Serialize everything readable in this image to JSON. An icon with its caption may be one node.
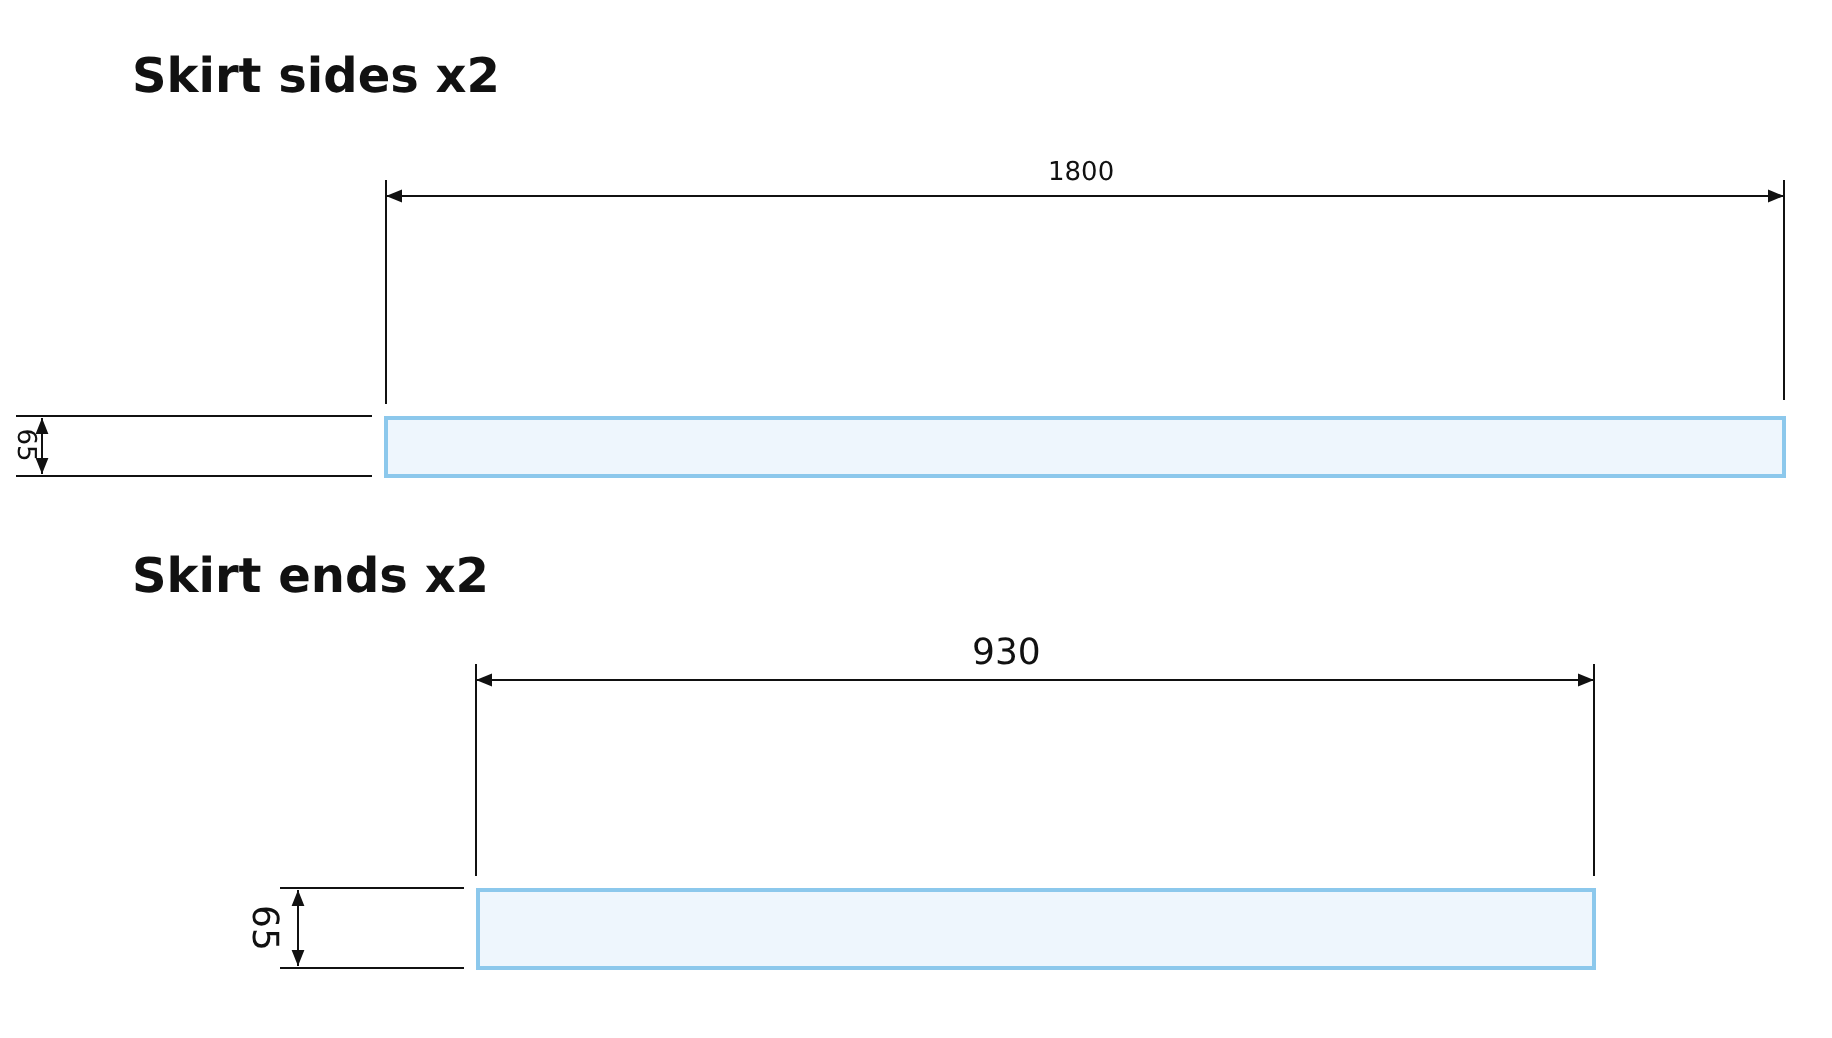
{
  "diagram": {
    "nodes": [
      {
        "text": [],
        "shape": "bar"
      },
      {
        "text": [],
        "shape": "bar"
      }
    ],
    "labels": [
      "Skirt sides x2",
      "1800",
      "65",
      "Skirt ends x2",
      "930",
      "65"
    ]
  }
}
